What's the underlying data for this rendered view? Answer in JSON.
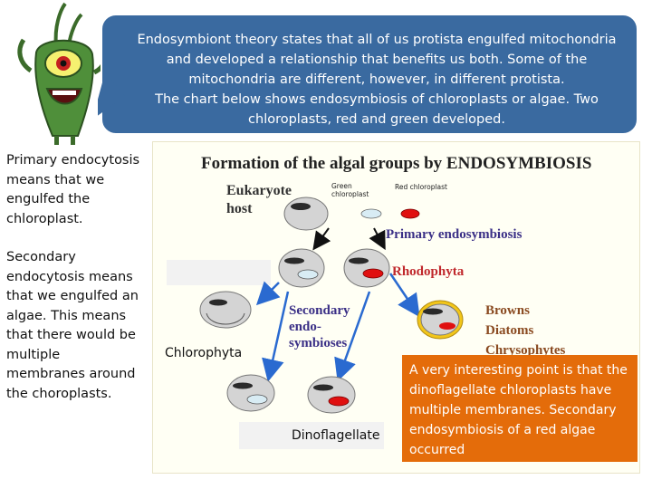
{
  "callout": {
    "line1": "Endosymbiont theory states that all of us protista engulfed mitochondria",
    "line2": "and developed a relationship that benefits us both.  Some of the",
    "line3": "mitochondria are different, however, in different protista.",
    "line4": "The  chart below shows endosymbiosis of chloroplasts or algae. Two",
    "line5": "chloroplasts, red and green developed."
  },
  "left": {
    "primary": "Primary endocytosis means that we engulfed the chloroplast.",
    "secondary": "Secondary endocytosis means that we engulfed an algae. This means that there would be multiple membranes around the choroplasts."
  },
  "diagram": {
    "title": "Formation of the algal groups by ENDOSYMBIOSIS",
    "eukaryote": "Eukaryote",
    "host": "host",
    "green_chloroplast_1": "Green",
    "green_chloroplast_2": "chloroplast",
    "red_chloroplast": "Red chloroplast",
    "primary": "Primary endosymbiosis",
    "rhodophyta": "Rhodophyta",
    "secondary_1": "Secondary",
    "secondary_2": "endo-",
    "secondary_3": "symbioses",
    "browns": "Browns",
    "diatoms": "Diatoms",
    "chrysophytes": "Chrysophytes",
    "chlorophyta": "Chlorophyta",
    "dinoflagellate": "Dinoflagellate"
  },
  "note": "A very interesting point is that the dinoflagellate chloroplasts have multiple membranes. Secondary endosymbiosis of a red algae occurred",
  "colors": {
    "callout": "#3a6aa0",
    "note": "#e46c0a",
    "red_chloroplast": "#e01010",
    "green_chloroplast": "#d8ecf4"
  }
}
